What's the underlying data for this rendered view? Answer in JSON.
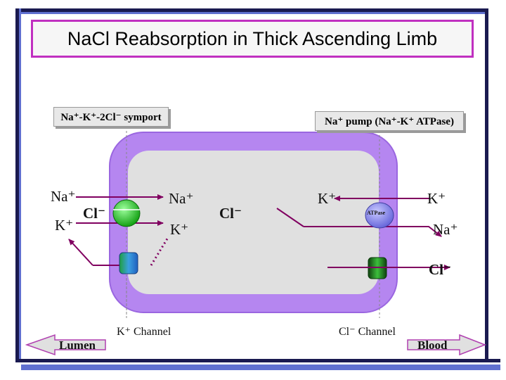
{
  "title": "NaCl Reabsorption in Thick Ascending Limb",
  "labels": {
    "symport": "Na⁺-K⁺-2Cl⁻ symport",
    "pump": "Na⁺ pump (Na⁺-K⁺ ATPase)",
    "lumen": "Lumen",
    "blood": "Blood",
    "k_channel": "K⁺ Channel",
    "cl_channel": "Cl⁻ Channel",
    "atpase": "ATPase"
  },
  "ions": {
    "lumen_na": "Na⁺",
    "lumen_k": "K⁺",
    "lumen_cl": "Cl⁻",
    "cell_na": "Na⁺",
    "cell_k": "K⁺",
    "cell_cl": "Cl⁻",
    "cell_k_pump": "K⁺",
    "blood_k": "K⁺",
    "blood_na": "Na⁺",
    "blood_cl": "Cl⁻"
  },
  "colors": {
    "cell_membrane": "#b586f0",
    "cell_interior": "#e0e0e0",
    "arrow": "#800060",
    "symport_transporter": "#22cc22",
    "pump": "#8888ee",
    "k_channel": "#3a8fd8",
    "cl_channel": "#2a8a2a",
    "title_border": "#c030c0",
    "stripe_dark": "#1a1a50",
    "stripe_blue": "#6070d0"
  }
}
